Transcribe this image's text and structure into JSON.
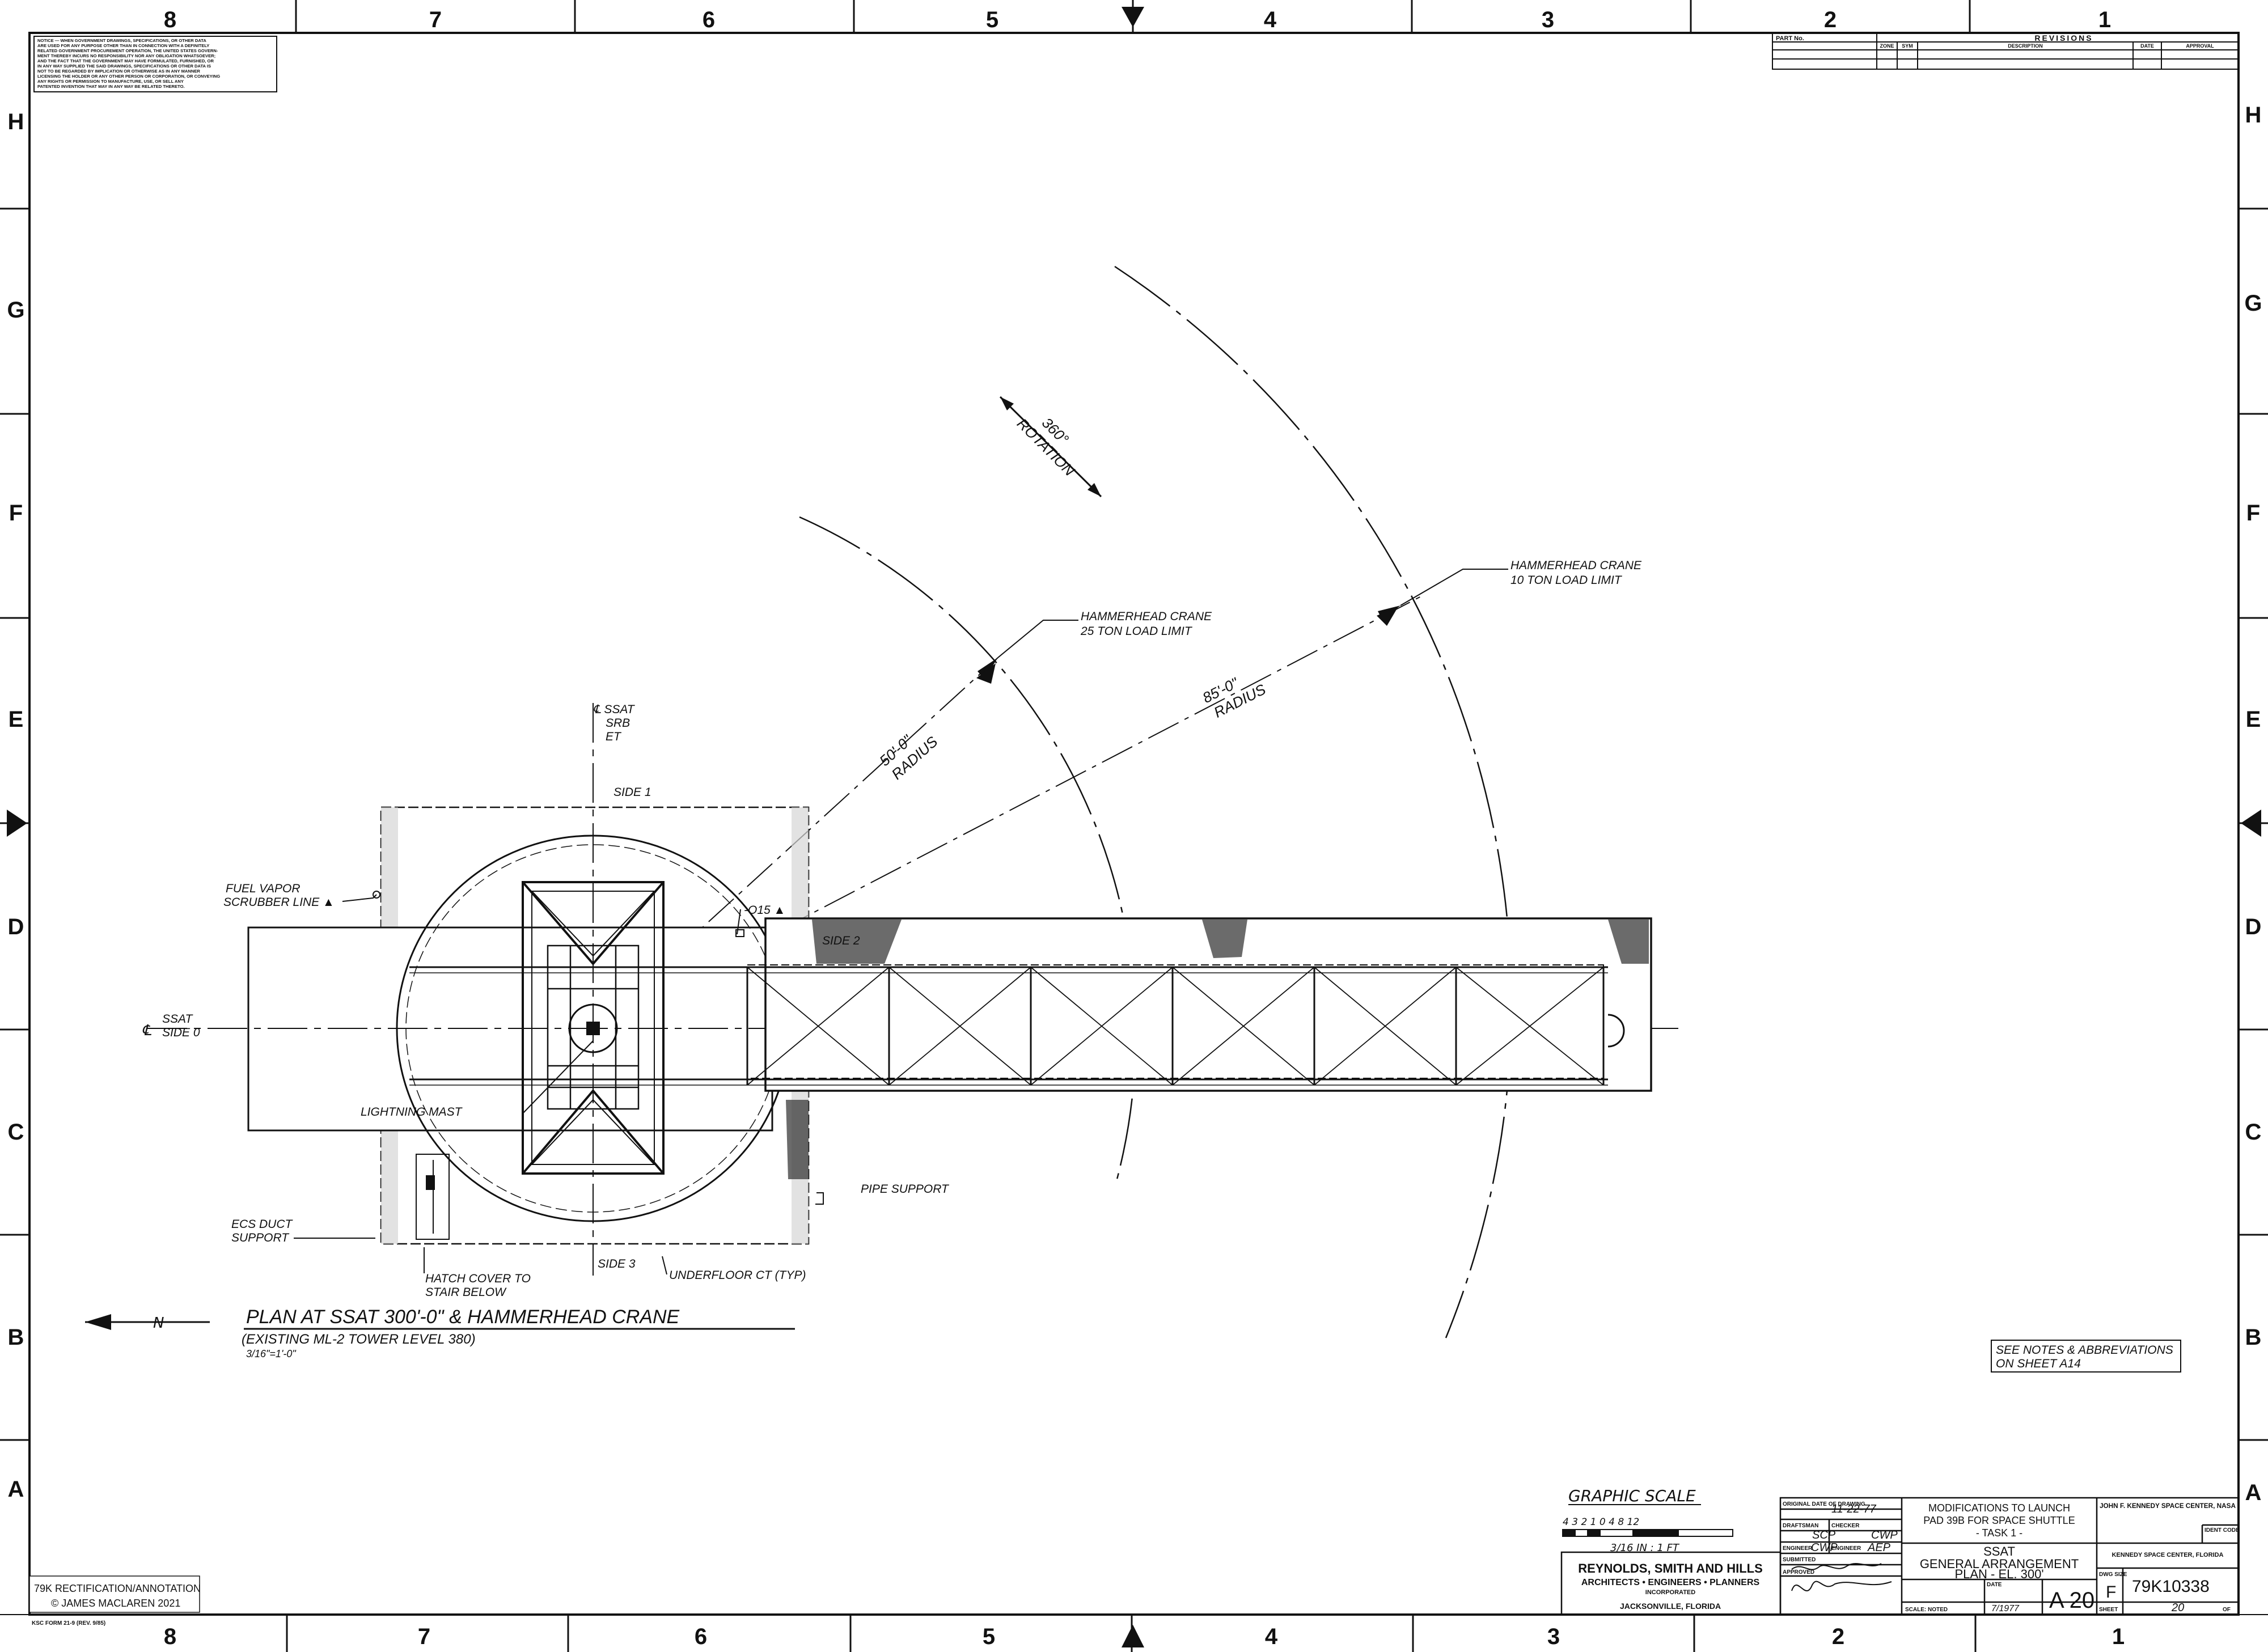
{
  "border": {
    "columns": [
      "8",
      "7",
      "6",
      "5",
      "4",
      "3",
      "2",
      "1"
    ],
    "rows": [
      "H",
      "G",
      "F",
      "E",
      "D",
      "C",
      "B",
      "A"
    ]
  },
  "notice": {
    "lines": [
      "NOTICE — WHEN GOVERNMENT DRAWINGS, SPECIFICATIONS, OR OTHER DATA",
      "ARE USED FOR ANY PURPOSE OTHER THAN IN CONNECTION WITH A DEFINITELY",
      "RELATED GOVERNMENT PROCUREMENT OPERATION, THE UNITED STATES GOVERN-",
      "MENT THEREBY INCURS NO RESPONSIBILITY NOR ANY OBLIGATION WHATSOEVER;",
      "AND THE FACT THAT THE GOVERNMENT MAY HAVE FORMULATED, FURNISHED, OR",
      "IN ANY WAY SUPPLIED THE SAID DRAWINGS, SPECIFICATIONS OR OTHER DATA IS",
      "NOT TO BE REGARDED BY IMPLICATION OR OTHERWISE AS IN ANY MANNER",
      "LICENSING THE HOLDER OR ANY OTHER PERSON OR CORPORATION, OR CONVEYING",
      "ANY RIGHTS OR PERMISSION TO MANUFACTURE, USE, OR SELL ANY",
      "PATENTED INVENTION THAT MAY IN ANY WAY BE RELATED THERETO."
    ]
  },
  "revisions": {
    "part_no": "PART No.",
    "title": "REVISIONS",
    "columns": [
      "ZONE",
      "SYM",
      "DESCRIPTION",
      "DATE",
      "APPROVAL"
    ]
  },
  "drawing": {
    "labels": {
      "ssat_srb_et": [
        "℄ SSAT",
        "SRB",
        "ET"
      ],
      "side_1": "SIDE 1",
      "side_2": "SIDE 2",
      "side_3": "SIDE 3",
      "fuel_vapor": [
        "FUEL VAPOR",
        "SCRUBBER LINE ▲"
      ],
      "o15": "-O15 ▲",
      "ssat_side0": [
        "SSAT",
        "SIDE 0"
      ],
      "cl_mark": "℄",
      "lightning_mast": "LIGHTNING MAST",
      "pipe_support": "PIPE SUPPORT",
      "ecs_duct": [
        "ECS DUCT",
        "SUPPORT"
      ],
      "hatch_cover": [
        "HATCH COVER TO",
        "STAIR BELOW"
      ],
      "underfloor": "UNDERFLOOR CT (TYP)",
      "rotation": [
        "360°",
        "ROTATION"
      ],
      "crane_25": [
        "HAMMERHEAD CRANE",
        "25 TON LOAD LIMIT"
      ],
      "crane_10": [
        "HAMMERHEAD CRANE",
        "10 TON LOAD LIMIT"
      ],
      "radius_50": [
        "50'-0\"",
        "RADIUS"
      ],
      "radius_85": [
        "85'-0\"",
        "RADIUS"
      ],
      "north": "N"
    },
    "title_lines": [
      "PLAN AT SSAT 300'-0\" & HAMMERHEAD CRANE",
      "(EXISTING ML-2 TOWER LEVEL 380)",
      "3/16\"=1'-0\""
    ],
    "notes_ref": [
      "SEE NOTES & ABBREVIATIONS",
      "ON SHEET A14"
    ],
    "graphic_scale": {
      "title": "GRAPHIC SCALE",
      "ticks": "4 3 2 1 0        4        8        12",
      "caption": "3/16 IN : 1 FT"
    }
  },
  "title_block": {
    "firm": [
      "REYNOLDS, SMITH AND HILLS",
      "ARCHITECTS • ENGINEERS • PLANNERS",
      "INCORPORATED",
      "JACKSONVILLE, FLORIDA"
    ],
    "original_date_label": "ORIGINAL DATE OF DRAWING",
    "original_date": "11-22-77",
    "draftsman_label": "DRAFTSMAN",
    "draftsman": "SCP",
    "checker_label": "CHECKER",
    "checker": "CWP",
    "engineer_label": "ENGINEER",
    "engineer": "CWP",
    "engineer2_label": "ENGINEER",
    "engineer2": "AEP",
    "submitted_label": "SUBMITTED",
    "approved_label": "APPROVED",
    "project": [
      "MODIFICATIONS TO LAUNCH",
      "PAD 39B FOR SPACE SHUTTLE",
      "- TASK 1 -"
    ],
    "sheet_title": [
      "SSAT",
      "GENERAL ARRANGEMENT",
      "PLAN - EL. 300'"
    ],
    "agency": [
      "JOHN F. KENNEDY SPACE CENTER, NASA",
      "KENNEDY SPACE CENTER, FLORIDA"
    ],
    "ident_label": "IDENT CODE",
    "dwg_size_label": "DWG SIZE",
    "dwg_size": "F",
    "dwg_no": "79K10338",
    "sheet_no": "A 20",
    "scale_label": "SCALE: NOTED",
    "date_label": "DATE",
    "date_value": "7/1977",
    "sheet_label": "SHEET",
    "sheet_of": "20",
    "of_label": "OF"
  },
  "credit": [
    "79K RECTIFICATION/ANNOTATION",
    "© JAMES MACLAREN 2021"
  ],
  "form_no": "KSC FORM 21-9 (REV. 9/85)"
}
